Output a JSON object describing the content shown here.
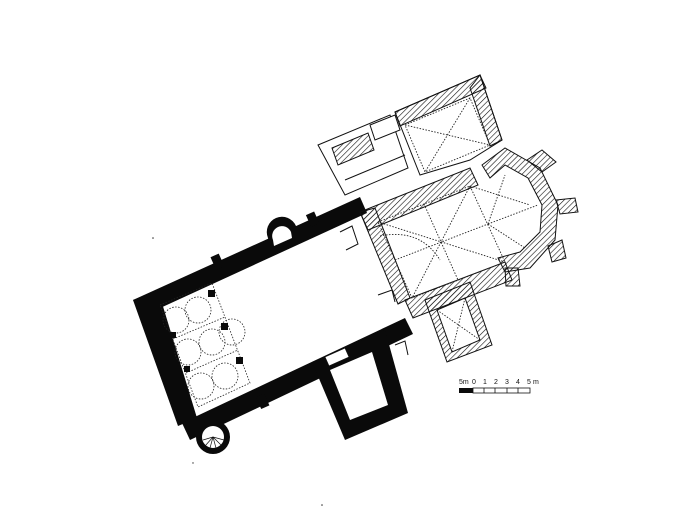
{
  "scale_bar": {
    "unit_left": "5m",
    "ticks": [
      "0",
      "1",
      "2",
      "3",
      "4",
      "5"
    ],
    "unit_right": "m"
  },
  "colors": {
    "wall": "#0a0a0a",
    "hatch": "#111111",
    "vault": "#222222",
    "paper": "#ffffff"
  }
}
